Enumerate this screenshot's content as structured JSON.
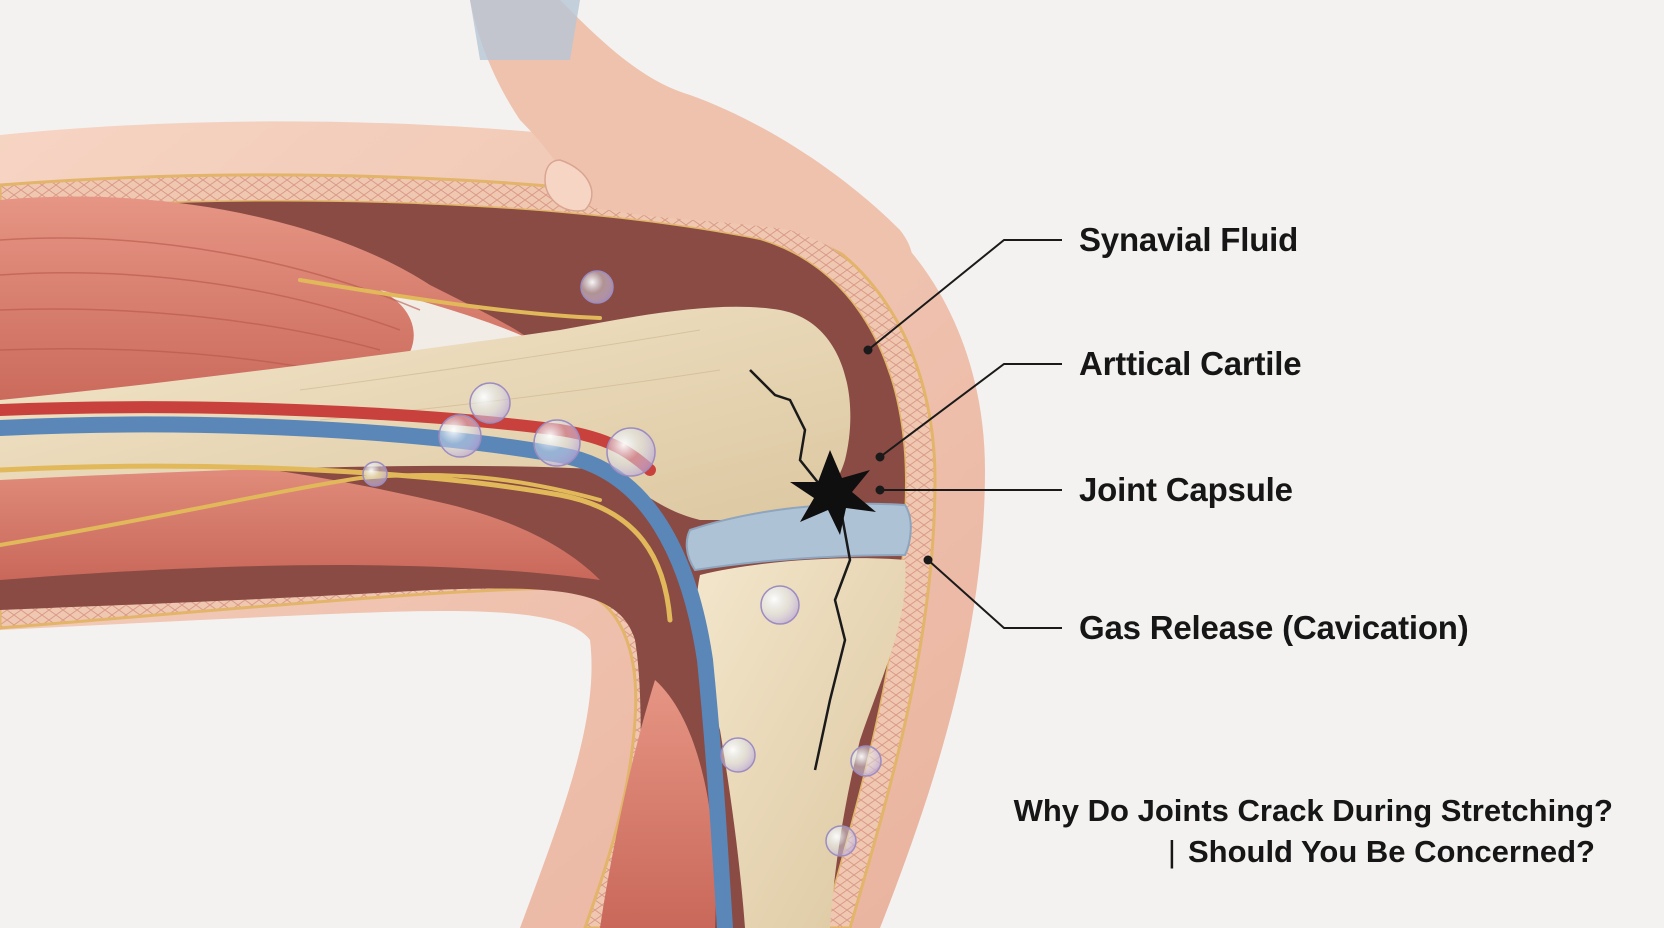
{
  "diagram": {
    "labels": [
      {
        "id": "synovial-fluid",
        "text": "Synavial Fluid"
      },
      {
        "id": "articular-cartilage",
        "text": "Arttical Cartile"
      },
      {
        "id": "joint-capsule",
        "text": "Joint Capsule"
      },
      {
        "id": "gas-release",
        "text": "Gas Release (Cavication)"
      }
    ],
    "title": {
      "line1": "Why Do Joints Crack During Stretching?",
      "line2": "Should You Be Concerned?",
      "separator": "|"
    },
    "colors": {
      "background": "#f3f2f0",
      "skin": "#efc2ad",
      "muscle": "#d9786a",
      "bone": "#ecdcbc",
      "cartilage": "#aec2d6",
      "vein": "#5a87b8",
      "artery": "#c9413d",
      "nerve": "#e2b95a",
      "leader_line": "#1a1a1a"
    }
  }
}
